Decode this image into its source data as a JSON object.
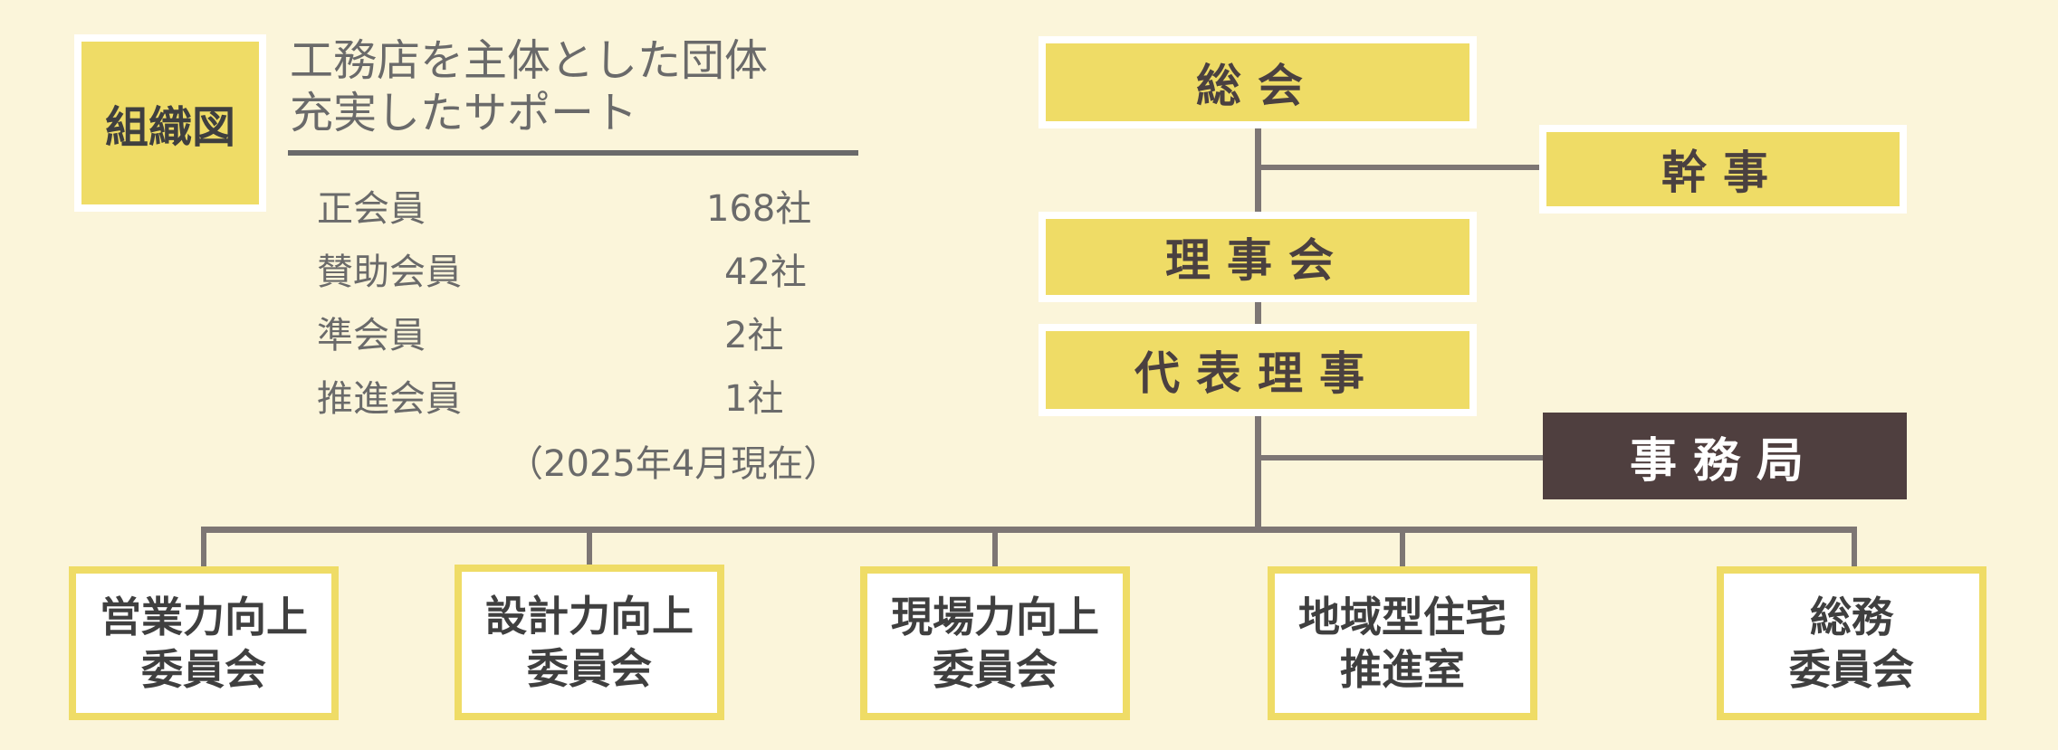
{
  "header": {
    "badge": "組織図",
    "subtitle_line1": "工務店を主体とした団体",
    "subtitle_line2": "充実したサポート"
  },
  "members": [
    {
      "label": "正会員",
      "value": "168社"
    },
    {
      "label": "賛助会員",
      "value": "42社"
    },
    {
      "label": "準会員",
      "value": "2社"
    },
    {
      "label": "推進会員",
      "value": "1社"
    }
  ],
  "as_of": "（2025年4月現在）",
  "org": {
    "general_assembly": "総会",
    "secretary": "幹事",
    "board": "理事会",
    "representative": "代表理事",
    "office": "事務局"
  },
  "committees": [
    {
      "line1": "営業力向上",
      "line2": "委員会"
    },
    {
      "line1": "設計力向上",
      "line2": "委員会"
    },
    {
      "line1": "現場力向上",
      "line2": "委員会"
    },
    {
      "line1": "地域型住宅",
      "line2": "推進室"
    },
    {
      "line1": "総務",
      "line2": "委員会"
    }
  ],
  "colors": {
    "background": "#fbf5da",
    "box_yellow": "#efdc66",
    "office_brown": "#4f3f3f",
    "connector_gray": "#7d7674"
  }
}
